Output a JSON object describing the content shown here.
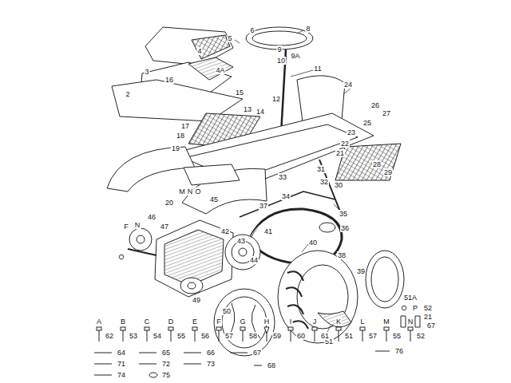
{
  "diagram": {
    "labels": [
      "5",
      "6",
      "8",
      "9",
      "10",
      "9A",
      "11",
      "4",
      "4A",
      "3",
      "2",
      "16",
      "15",
      "12",
      "13",
      "14",
      "17",
      "18",
      "19",
      "24",
      "26",
      "27",
      "25",
      "23",
      "22",
      "21",
      "31",
      "32",
      "30",
      "28",
      "29",
      "M",
      "N",
      "O",
      "20",
      "45",
      "33",
      "34",
      "37",
      "41",
      "40",
      "35",
      "36",
      "38",
      "46",
      "N",
      "47",
      "F",
      "O",
      "42",
      "43",
      "44",
      "49",
      "50",
      "39",
      "51",
      "51A",
      "O",
      "P",
      "52",
      "21",
      "67",
      "A",
      "B",
      "C",
      "D",
      "E",
      "F",
      "G",
      "H",
      "I",
      "J",
      "K",
      "L",
      "M",
      "N",
      "62",
      "53",
      "54",
      "55",
      "56",
      "57",
      "58",
      "59",
      "60",
      "61",
      "51",
      "57",
      "55",
      "52",
      "64",
      "65",
      "66",
      "67",
      "68",
      "71",
      "72",
      "73",
      "74",
      "75",
      "76"
    ]
  }
}
